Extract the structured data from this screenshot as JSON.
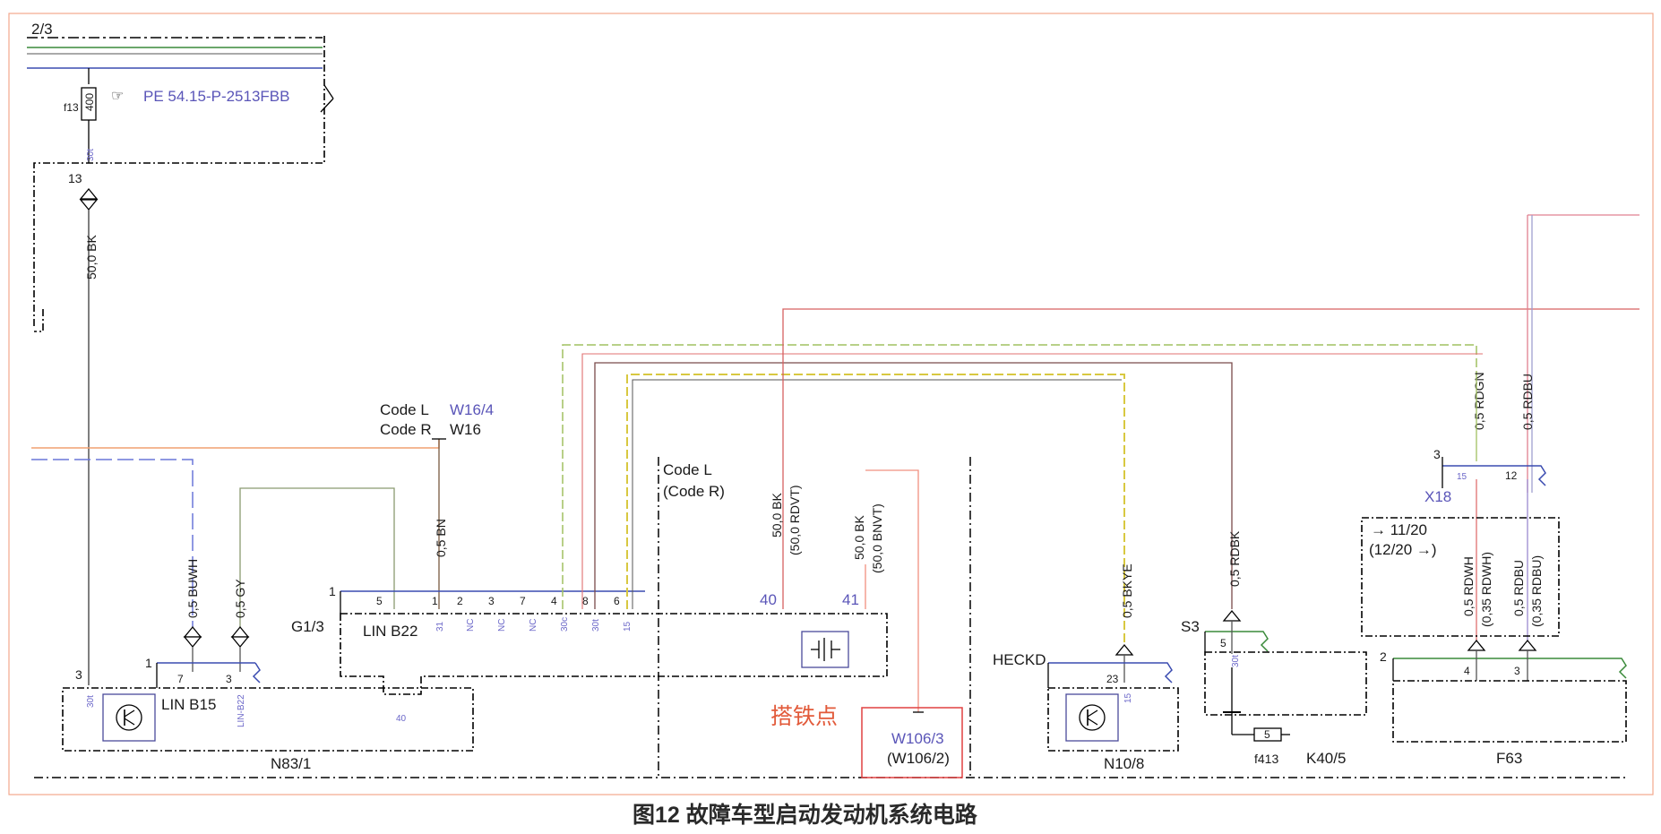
{
  "caption": "图12 故障车型启动发动机系统电路",
  "sheet_ref": "2/3",
  "fuse_f13": {
    "name": "f13",
    "rating": "400",
    "pin": "30t",
    "connector": "13"
  },
  "pe_ref": "PE 54.15-P-2513FBB",
  "wire_50bk": "50,0 BK",
  "code_labels": {
    "code_l": "Code L",
    "code_r": "Code R",
    "w16_4": "W16/4",
    "w16": "W16"
  },
  "wire_05bn": "0,5 BN",
  "wire_05buwh": "0,5 BUWH",
  "wire_05gy": "0,5 GY",
  "b15": {
    "pin_top": "1",
    "pin7": "7",
    "pin3": "3",
    "pin3_left": "3",
    "pin30t": "30t",
    "lin_label": "LIN B15",
    "pin_lin": "LIN-B22",
    "ref": "N83/1"
  },
  "g13": {
    "ref": "G1/3",
    "pin1": "1",
    "lin_label": "LIN B22",
    "pins": [
      "5",
      "1",
      "2",
      "3",
      "7",
      "4",
      "8",
      "6"
    ],
    "sub": [
      "31",
      "NC",
      "NC",
      "NC",
      "30c",
      "30t",
      "15"
    ],
    "pin40": "40",
    "pin40b": "40",
    "pin41": "41"
  },
  "code_lr": {
    "l": "Code L",
    "r": "(Code R)"
  },
  "wire_50bk_rdvt": [
    "50,0 BK",
    "(50,0 RDVT)"
  ],
  "wire_50bk_bnvt": [
    "50,0 BK",
    "(50,0 BNVT)"
  ],
  "ground_point": {
    "label": "搭铁点",
    "ref1": "W106/3",
    "ref2": "(W106/2)"
  },
  "wire_05bkye": "0,5 BKYE",
  "n108": {
    "name": "HECKD",
    "pin": "23",
    "sub": "15",
    "ref": "N10/8"
  },
  "wire_05rdbk": "0,5 RDBK",
  "s3": {
    "name": "S3",
    "pin": "5",
    "sub": "30t",
    "fuse": "f413",
    "fuse_val": "5",
    "relay": "K40/5"
  },
  "x18": {
    "ref": "X18",
    "pin3": "3",
    "pin15": "15",
    "pin12": "12"
  },
  "wire_05rdgn": "0,5 RDGN",
  "wire_05rdbu": "0,5 RDBU",
  "ref_1120": "→ 11/20",
  "ref_1220": "(12/20 →)",
  "wire_05rdwh": [
    "0,5 RDWH",
    "(0,35 RDWH)"
  ],
  "wire_05rdbu_b": [
    "0,5 RDBU",
    "(0,35 RDBU)"
  ],
  "f63": {
    "pin2": "2",
    "pin4": "4",
    "pin3": "3",
    "ref": "F63"
  }
}
